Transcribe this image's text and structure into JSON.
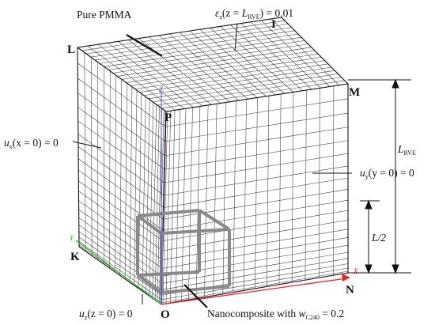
{
  "labels": {
    "pure_pmma": "Pure PMMA",
    "strain_bc": {
      "symbol": "εz",
      "cond_pre": "(z = ",
      "cond_var": "L",
      "cond_sub": "RVE",
      "cond_post": ") = 0.01"
    },
    "ux_bc": {
      "sym": "u",
      "sub": "x",
      "rest": "(x = 0) = 0"
    },
    "uy_bc": {
      "sym": "u",
      "sub": "y",
      "rest": "(y = 0) = 0"
    },
    "uz_bc": {
      "sym": "u",
      "sub": "z",
      "rest": "(z = 0) = 0"
    },
    "l_rve": {
      "var": "L",
      "sub": "RVE"
    },
    "half_l": "L/2",
    "nanocomposite": {
      "text": "Nanocomposite with ",
      "var": "w",
      "sub": "C240",
      "rest": " = 0.2"
    }
  },
  "corners": [
    "L",
    "I",
    "M",
    "P",
    "K",
    "O",
    "N"
  ],
  "axes": {
    "x": "X",
    "y": "Y",
    "z": "Z"
  },
  "colors": {
    "x_axis": "#e8262e",
    "y_axis": "#2fb52f",
    "z_axis": "#3a4fd8",
    "mesh": "#333333",
    "inclusion": "#8a8a8a"
  }
}
